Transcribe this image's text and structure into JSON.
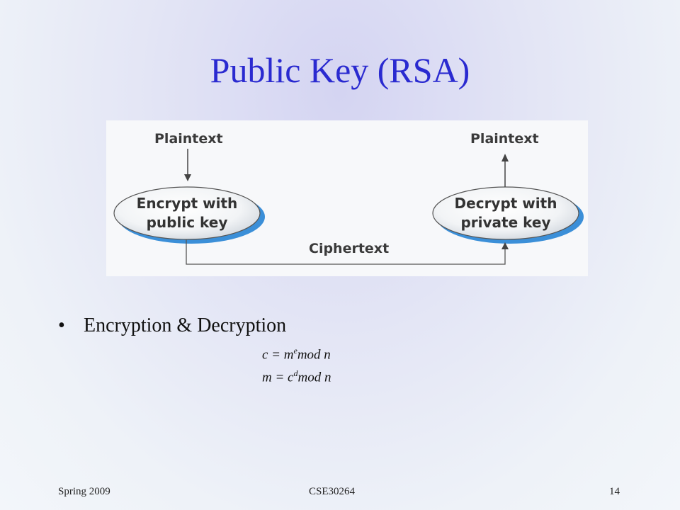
{
  "slide": {
    "title": "Public Key (RSA)"
  },
  "diagram": {
    "plaintext_in": "Plaintext",
    "plaintext_out": "Plaintext",
    "encrypt_line1": "Encrypt with",
    "encrypt_line2": "public key",
    "decrypt_line1": "Decrypt with",
    "decrypt_line2": "private key",
    "ciphertext": "Ciphertext"
  },
  "content": {
    "bullet": "•",
    "heading": "Encryption & Decryption",
    "formula1": {
      "lhs": "c = m",
      "sup": "e",
      "rhs": "mod n"
    },
    "formula2": {
      "lhs": "m = c",
      "sup": "d",
      "rhs": "mod n"
    }
  },
  "footer": {
    "left": "Spring 2009",
    "center": "CSE30264",
    "page": "14"
  },
  "colors": {
    "title": "#2a2ad0",
    "ellipse_shadow": "#3b8fd8"
  }
}
